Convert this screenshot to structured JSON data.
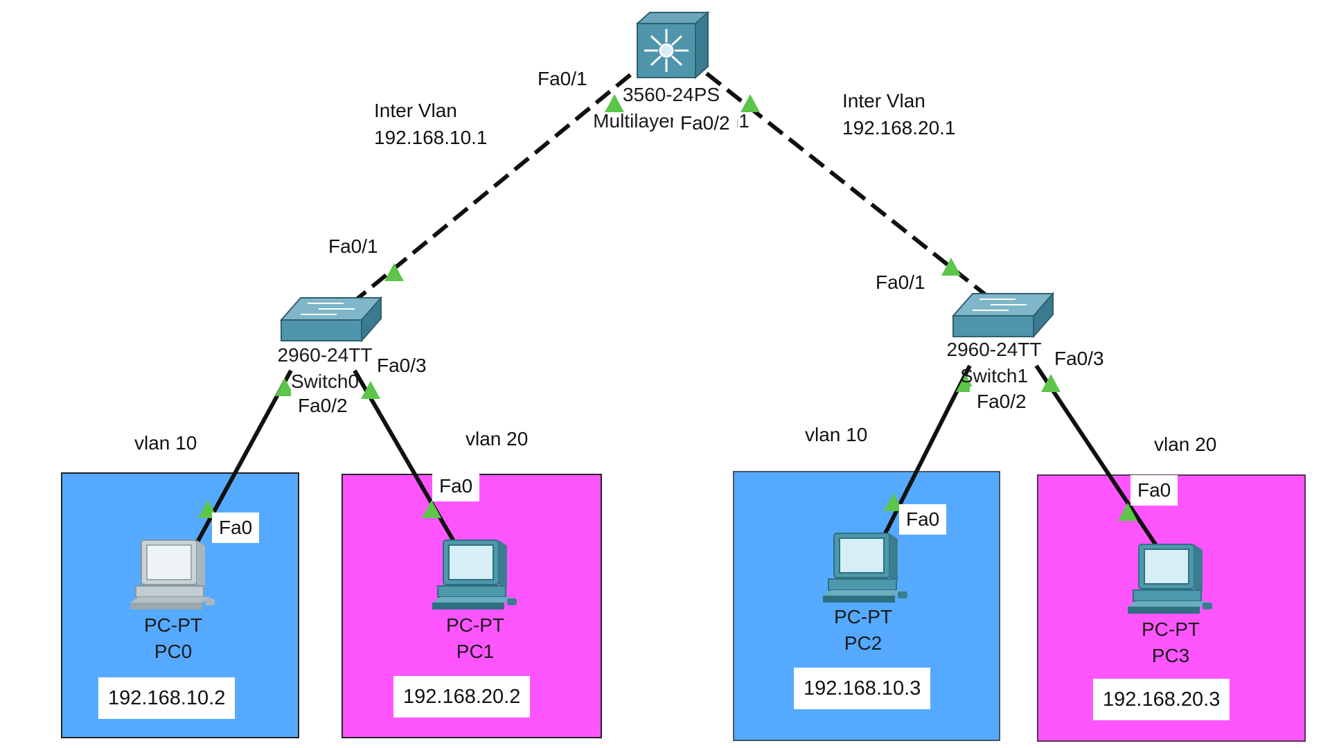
{
  "multilayer_switch": {
    "model": "3560-24PS",
    "name": "Multilayer Switch1",
    "icon": "multilayer-switch-icon",
    "ports": [
      "Fa0/1",
      "Fa0/2"
    ]
  },
  "inter_vlan_left": {
    "title": "Inter Vlan",
    "ip": "192.168.10.1"
  },
  "inter_vlan_right": {
    "title": "Inter Vlan",
    "ip": "192.168.20.1"
  },
  "switch_left": {
    "model": "2960-24TT",
    "name": "Switch0",
    "uplink_port": "Fa0/1",
    "ports": [
      "Fa0/2",
      "Fa0/3"
    ]
  },
  "switch_right": {
    "model": "2960-24TT",
    "name": "Switch1",
    "uplink_port": "Fa0/1",
    "ports": [
      "Fa0/2",
      "Fa0/3"
    ]
  },
  "pcs": [
    {
      "model": "PC-PT",
      "name": "PC0",
      "ip": "192.168.10.2",
      "vlan": "vlan 10",
      "port": "Fa0",
      "zone_color": "#55aaff"
    },
    {
      "model": "PC-PT",
      "name": "PC1",
      "ip": "192.168.20.2",
      "vlan": "vlan 20",
      "port": "Fa0",
      "zone_color": "#ff55ff"
    },
    {
      "model": "PC-PT",
      "name": "PC2",
      "ip": "192.168.10.3",
      "vlan": "vlan 10",
      "port": "Fa0",
      "zone_color": "#55aaff"
    },
    {
      "model": "PC-PT",
      "name": "PC3",
      "ip": "192.168.20.3",
      "vlan": "vlan 20",
      "port": "Fa0",
      "zone_color": "#ff55ff"
    }
  ],
  "colors": {
    "link_indicator": "#5cc54a",
    "vlan10": "#55aaff",
    "vlan20": "#ff55ff"
  }
}
